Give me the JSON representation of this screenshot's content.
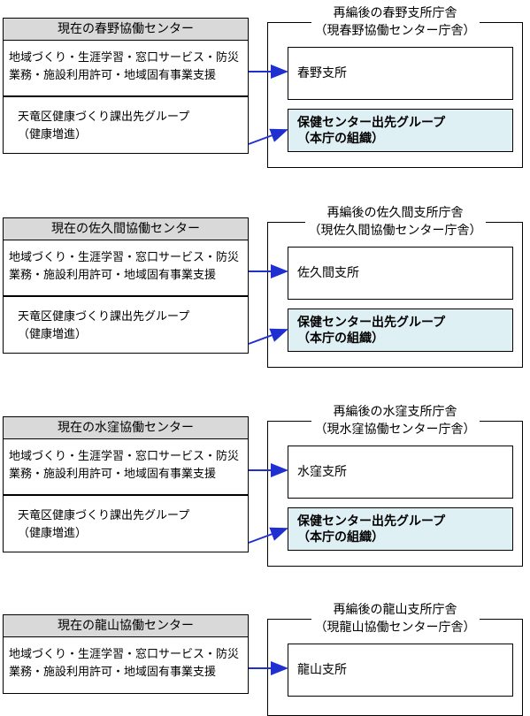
{
  "sections": [
    {
      "current_center": "現在の春野協働センター",
      "after_title_1": "再編後の春野支所庁舎",
      "after_title_2": "（現春野協働センター庁舎）",
      "branch_name": "春野支所",
      "has_group": true
    },
    {
      "current_center": "現在の佐久間協働センター",
      "after_title_1": "再編後の佐久間支所庁舎",
      "after_title_2": "（現佐久間協働センター庁舎）",
      "branch_name": "佐久間支所",
      "has_group": true
    },
    {
      "current_center": "現在の水窪協働センター",
      "after_title_1": "再編後の水窪支所庁舎",
      "after_title_2": "（現水窪協働センター庁舎）",
      "branch_name": "水窪支所",
      "has_group": true
    },
    {
      "current_center": "現在の龍山協働センター",
      "after_title_1": "再編後の龍山支所庁舎",
      "after_title_2": "（現龍山協働センター庁舎）",
      "branch_name": "龍山支所",
      "has_group": false
    }
  ],
  "services_line_1": "地域づくり・生涯学習・窓口サービス・防災",
  "services_line_2": "業務・施設利用許可・地域固有事業支援",
  "health_group_line_1": "天竜区健康づくり課出先グループ",
  "health_group_line_2": "（健康増進）",
  "new_group_line_1": "保健センター出先グループ",
  "new_group_line_2": "（本庁の組織）",
  "colors": {
    "arrow": "#1f2fd0",
    "header_bg": "#d9d9d9",
    "group_bg": "#dff0f5"
  }
}
